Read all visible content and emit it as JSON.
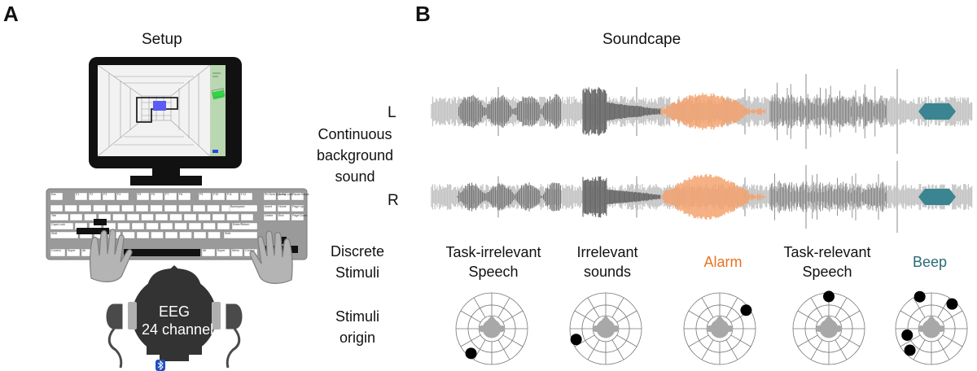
{
  "panel_a": {
    "letter": "A",
    "title": "Setup",
    "eeg_line1": "EEG",
    "eeg_line2": "24 channel",
    "keyboard_keys": {
      "row0": [
        "Esc",
        "F1",
        "F2",
        "F3",
        "F4",
        "F5",
        "F6",
        "F7",
        "F8",
        "F9",
        "F10",
        "F11",
        "F12"
      ],
      "row1_right": "Backspace",
      "row2_left": "Tab",
      "row3_left": "Caps Lock",
      "row3_right": "Enter/Return",
      "row4_left": "Shift",
      "row4_right": "Shift",
      "row5": [
        "Control",
        "Super",
        "Alt",
        "Alt",
        "Super",
        "Menu",
        "Control"
      ],
      "nav": [
        "Prt Scrn Sys Rq",
        "Scroll Lock",
        "Pause Break",
        "Insert",
        "Home",
        "Page Up",
        "Delete",
        "End",
        "Page Down"
      ]
    },
    "colors": {
      "monitor": "#111111",
      "screen_side": "#b9d7b1",
      "target": "#5b5bf5",
      "keyboard": "#9a9a9a",
      "hands": "#b4b4b4",
      "head": "#333333",
      "bluetooth": "#1f4fbf"
    }
  },
  "panel_b": {
    "letter": "B",
    "title": "Soundcape",
    "channel_left": "L",
    "channel_right": "R",
    "row_labels": {
      "background": [
        "Continuous",
        "background",
        "sound"
      ],
      "discrete": [
        "Discrete",
        "Stimuli"
      ],
      "origin": [
        "Stimuli",
        "origin"
      ]
    },
    "stimuli": [
      {
        "label": [
          "Task-irrelevant",
          "Speech"
        ],
        "color": "#222222"
      },
      {
        "label": [
          "Irrelevant",
          "sounds"
        ],
        "color": "#222222"
      },
      {
        "label": [
          "Alarm"
        ],
        "color": "#e8741e"
      },
      {
        "label": [
          "Task-relevant",
          "Speech"
        ],
        "color": "#222222"
      },
      {
        "label": [
          "Beep"
        ],
        "color": "#2a6b78"
      }
    ],
    "colors": {
      "background_wave": "#c4c4c4",
      "discrete_wave": "#6b6b6b",
      "alarm": "#f4a06a",
      "beep": "#3a8591",
      "polar_grid": "#777777",
      "polar_center": "#a8a8a8",
      "dot": "#000000"
    }
  }
}
